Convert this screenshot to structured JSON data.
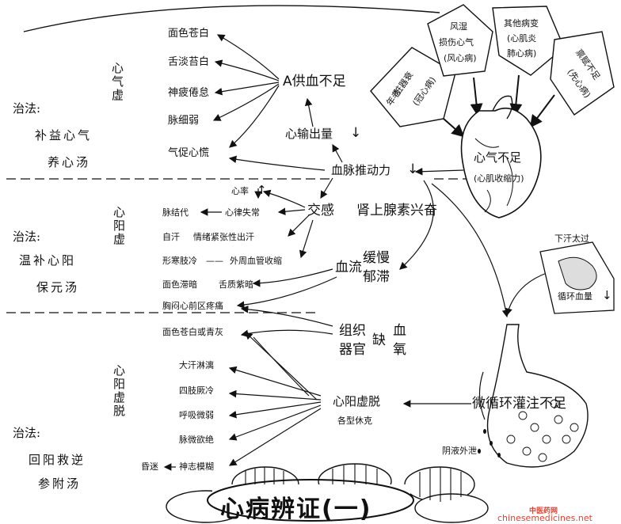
{
  "left_column": {
    "section1": {
      "treatment_label": "治法:",
      "treatment_lines": [
        "补益心气",
        "养心汤"
      ],
      "syndrome": "心气虚"
    },
    "section2": {
      "treatment_label": "治法:",
      "treatment_lines": [
        "温补心阳",
        "保元汤"
      ],
      "syndrome": "心阳虚"
    },
    "section3": {
      "treatment_label": "治法:",
      "treatment_lines": [
        "回阳救逆",
        "参附汤"
      ],
      "syndrome": "心阳虚脱"
    }
  },
  "symptoms": {
    "s1": [
      "面色苍白",
      "舌淡苔白",
      "神疲倦怠",
      "脉细弱",
      "气促心慌"
    ],
    "s2": {
      "heart_rate": "心率",
      "pulse": "脉结代",
      "arrhythmia": "心律失常",
      "sweat": "自汗",
      "emotion_sweat": "情绪紧张性出汗",
      "cold": "形寒肢冷",
      "dash": "——",
      "vaso": "外周血管收缩",
      "face_dark": "面色滞暗",
      "tongue_purple": "舌质紫暗",
      "chest": "胸闷心前区疼痛"
    },
    "s3": [
      "面色苍白或青灰",
      "大汗淋漓",
      "四肢厥冷",
      "呼吸微弱",
      "脉微欲绝"
    ],
    "coma": "昏迷",
    "mind": "神志模糊"
  },
  "mechanism": {
    "blood_supply": "A供血不足",
    "cardiac_output": "心输出量",
    "pulse_force": "血脉推动力",
    "sympathetic": "交感",
    "adrenal": "肾上腺素兴奋",
    "blood_flow": "血流",
    "slow": "缓慢",
    "stasis": "郁滞",
    "tissue_hypoxia_1": "组织",
    "tissue_hypoxia_2": "器官",
    "lack": "缺",
    "blood": "血",
    "oxygen": "氧",
    "collapse": "心阳虚脱",
    "shock": "各型休克",
    "microcirculation": "微循环灌注不足",
    "yin_leak": "阴液外泄",
    "heart_deficiency": "心气不足",
    "contraction": "(心肌收缩力)",
    "sweat_excess": "下汗太过",
    "circ_volume": "循环血量",
    "down_arrow": "↓",
    "up_arrow": "↑"
  },
  "causes": [
    {
      "lines": [
        "年老",
        "脏器衰",
        "(冠心病)"
      ]
    },
    {
      "lines": [
        "风湿",
        "损伤心气",
        "(风心病)"
      ]
    },
    {
      "lines": [
        "其他病变",
        "(心肌炎",
        "肺心病)"
      ]
    },
    {
      "lines": [
        "禀赋不足",
        "(先心病)"
      ]
    }
  ],
  "title": "心病辨证(一)",
  "watermark": {
    "line1": "中医药网",
    "line2": "chinesemedicines.net"
  }
}
